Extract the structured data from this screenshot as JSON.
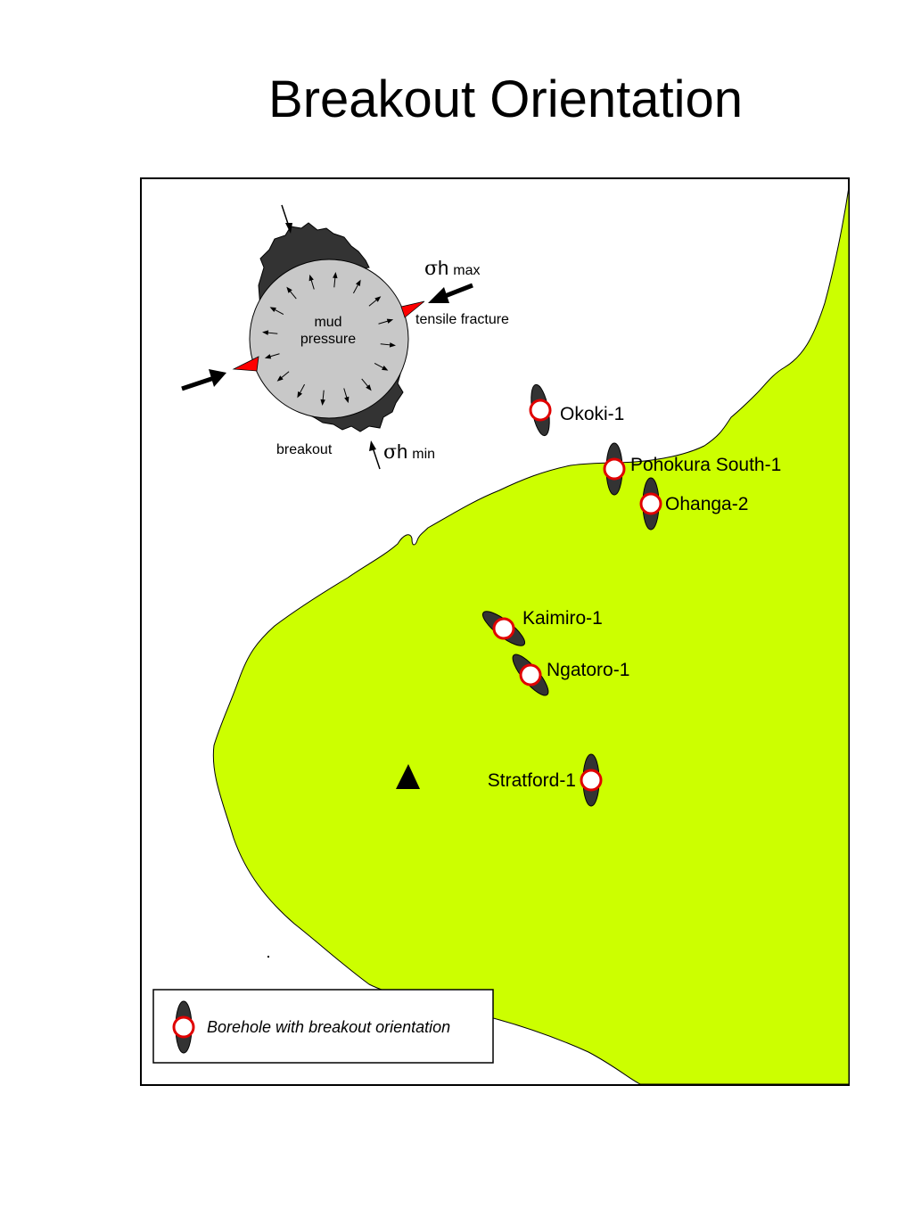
{
  "title": "Breakout Orientation",
  "colors": {
    "land": "#ccff00",
    "breakout": "#333333",
    "borehole_ring": "#e00000",
    "wellbore_fill": "#c8c8c8",
    "tensile_fracture": "#ff0000"
  },
  "diagram": {
    "mud_label_line1": "mud",
    "mud_label_line2": "pressure",
    "tensile_label": "tensile fracture",
    "breakout_label": "breakout",
    "sigma_symbol": "σ",
    "hmax_h": "h",
    "hmax_sub": "max",
    "hmin_h": "h",
    "hmin_sub": "min"
  },
  "wells": [
    {
      "name": "Okoki-1"
    },
    {
      "name": "Pohokura South-1"
    },
    {
      "name": "Ohanga-2"
    },
    {
      "name": "Kaimiro-1"
    },
    {
      "name": "Ngatoro-1"
    },
    {
      "name": "Stratford-1"
    }
  ],
  "legend": {
    "label": "Borehole with breakout orientation"
  },
  "features": {
    "volcano_icon": "triangle-icon"
  }
}
